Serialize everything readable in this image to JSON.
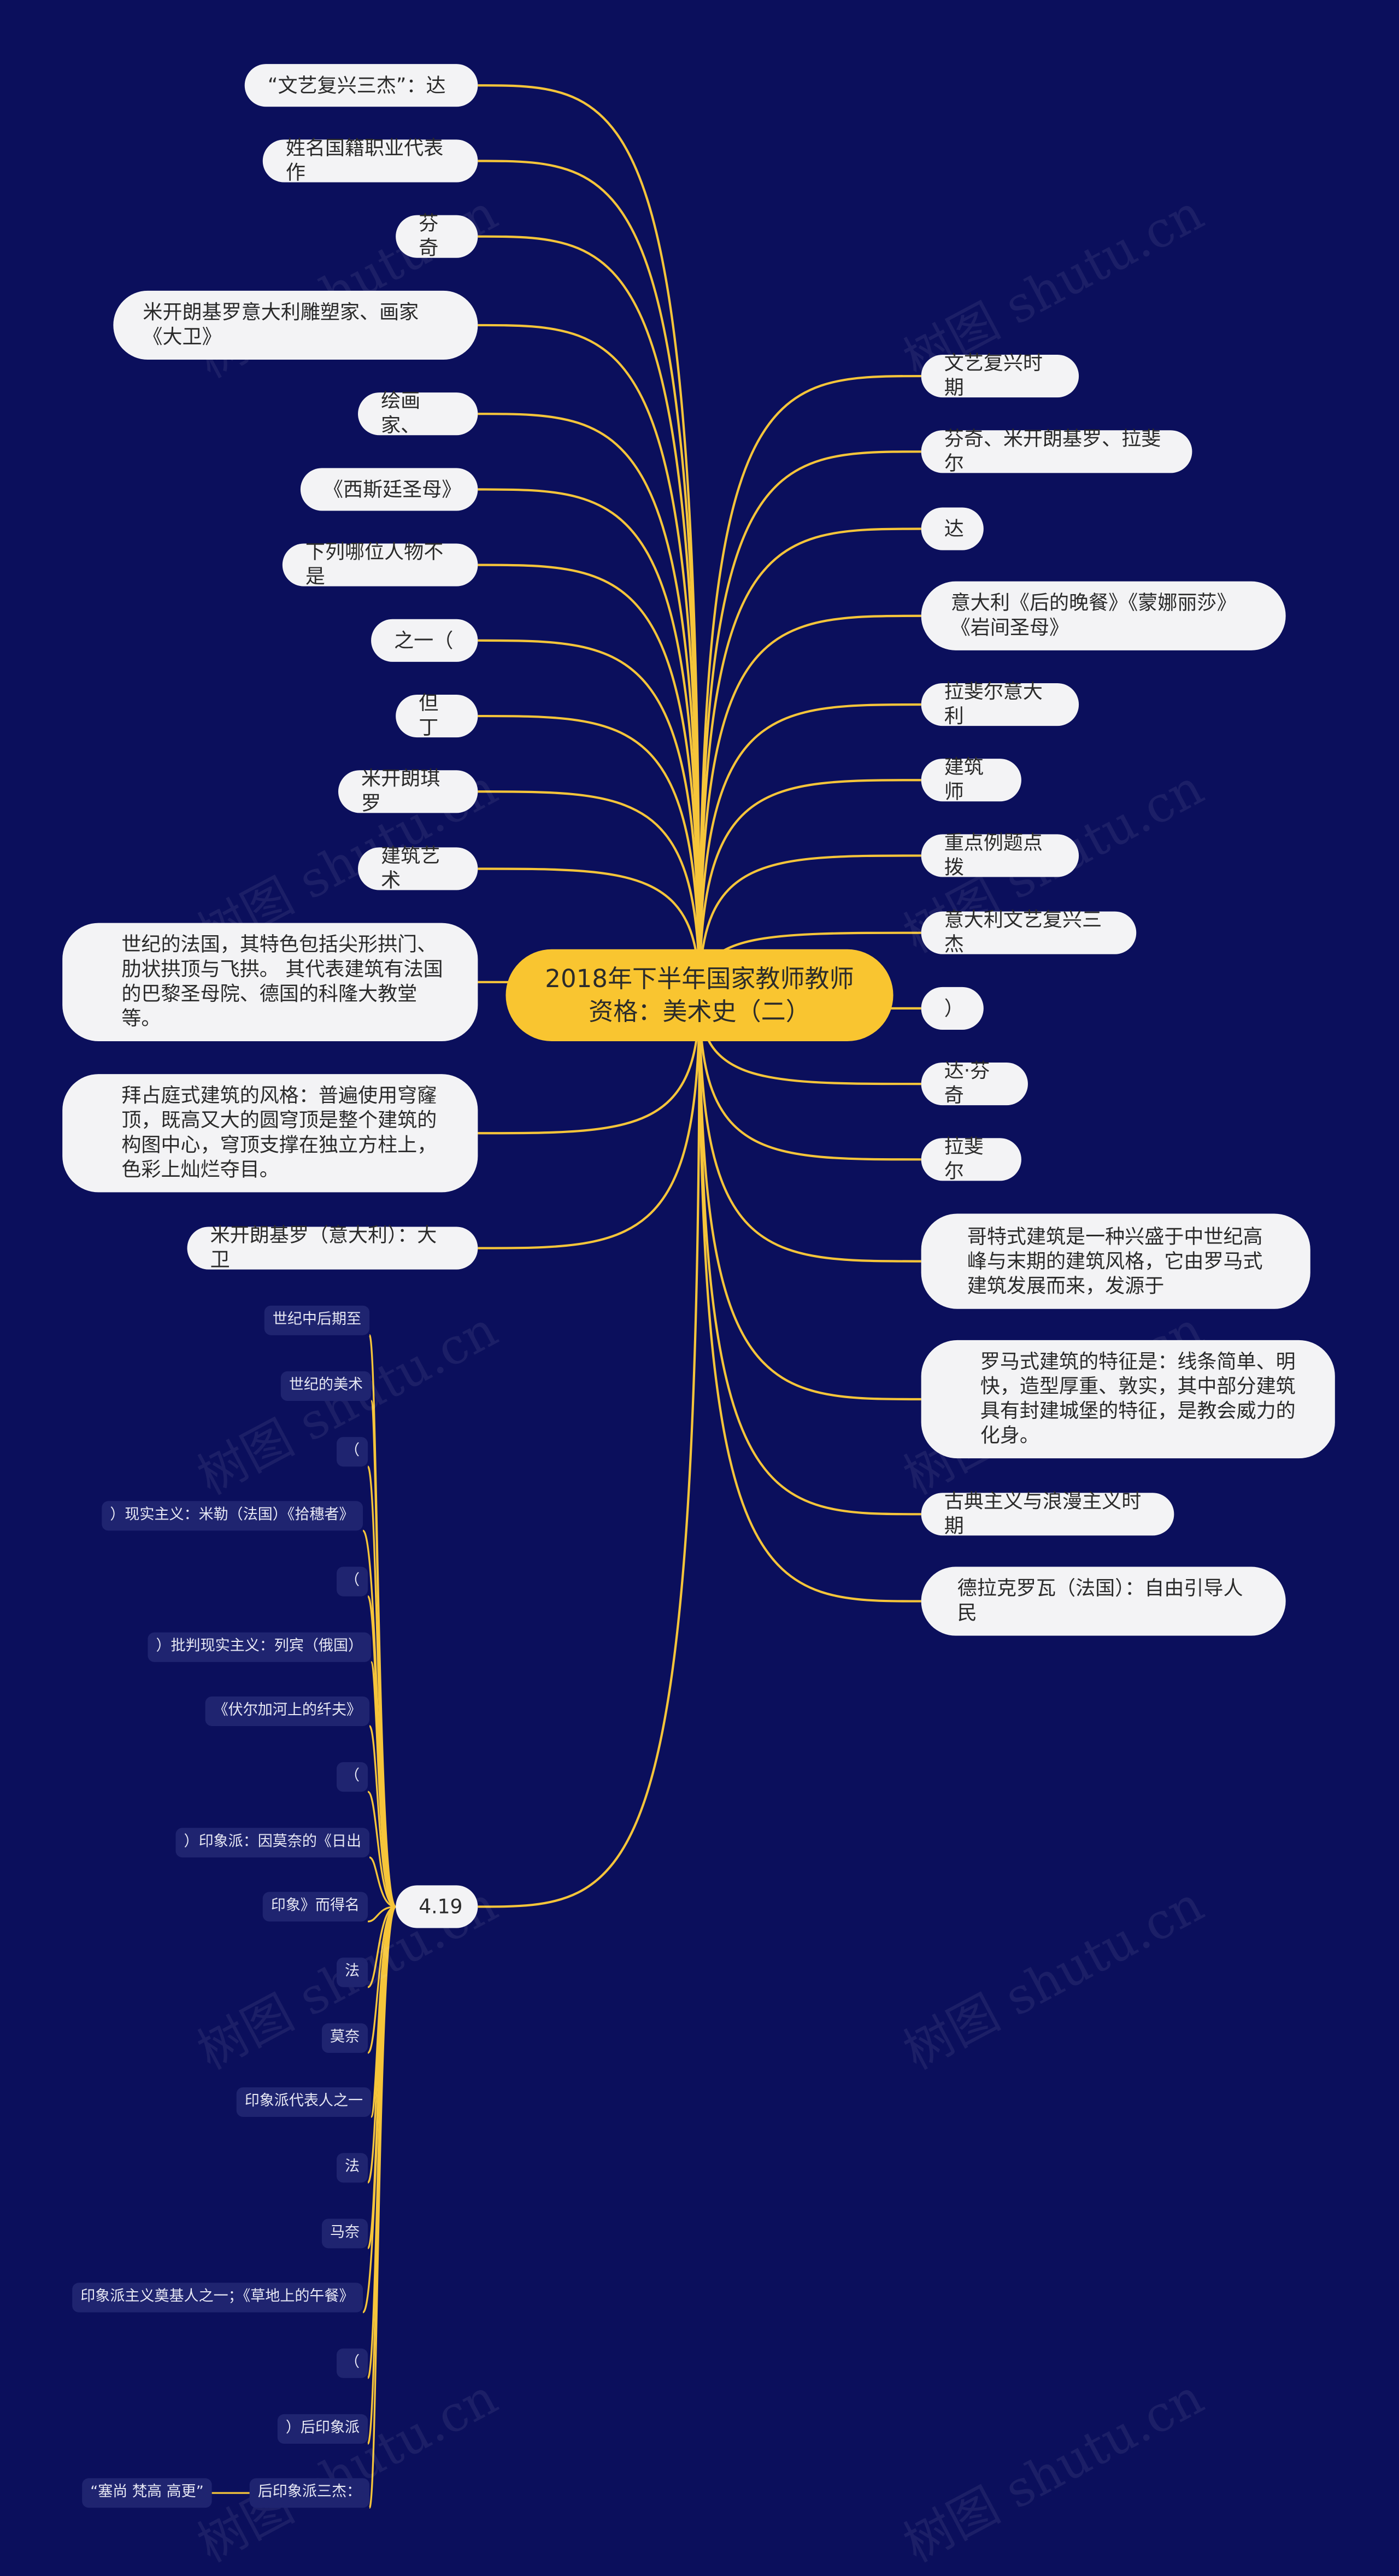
{
  "center": {
    "title": "2018年下半年国家教师教师资格：美术史（二）"
  },
  "left_nodes": [
    {
      "id": "l1",
      "text": "“文艺复兴三杰”：达"
    },
    {
      "id": "l2",
      "text": "姓名国籍职业代表作"
    },
    {
      "id": "l3",
      "text": "芬奇"
    },
    {
      "id": "l4",
      "text": "米开朗基罗意大利雕塑家、画家《大卫》"
    },
    {
      "id": "l5",
      "text": "绘画家、"
    },
    {
      "id": "l6",
      "text": "《西斯廷圣母》"
    },
    {
      "id": "l7",
      "text": "下列哪位人物不是"
    },
    {
      "id": "l8",
      "text": "之一（"
    },
    {
      "id": "l9",
      "text": "但丁"
    },
    {
      "id": "l10",
      "text": "米开朗琪罗"
    },
    {
      "id": "l11",
      "text": "建筑艺术"
    },
    {
      "id": "l12",
      "text": "世纪的法国，其特色包括尖形拱门、肋状拱顶与飞拱。 其代表建筑有法国的巴黎圣母院、德国的科隆大教堂等。"
    },
    {
      "id": "l13",
      "text": "拜占庭式建筑的风格：普遍使用穹窿顶，既高又大的圆穹顶是整个建筑的构图中心，穹顶支撑在独立方柱上，色彩上灿烂夺目。"
    },
    {
      "id": "l14",
      "text": "米开朗基罗（意大利）：大卫"
    },
    {
      "id": "l15",
      "text": "4.19"
    }
  ],
  "right_nodes": [
    {
      "id": "r1",
      "text": "文艺复兴时期"
    },
    {
      "id": "r2",
      "text": "芬奇、米开朗基罗、拉斐尔"
    },
    {
      "id": "r3",
      "text": "达"
    },
    {
      "id": "r4",
      "text": "意大利《后的晚餐》《蒙娜丽莎》《岩间圣母》"
    },
    {
      "id": "r5",
      "text": "拉斐尔意大利"
    },
    {
      "id": "r6",
      "text": "建筑师"
    },
    {
      "id": "r7",
      "text": "重点例题点拨"
    },
    {
      "id": "r8",
      "text": "意大利文艺复兴三杰"
    },
    {
      "id": "r9",
      "text": "）"
    },
    {
      "id": "r10",
      "text": "达·芬奇"
    },
    {
      "id": "r11",
      "text": "拉斐尔"
    },
    {
      "id": "r12",
      "text": "哥特式建筑是一种兴盛于中世纪高峰与末期的建筑风格，它由罗马式建筑发展而来，发源于"
    },
    {
      "id": "r13",
      "text": "罗马式建筑的特征是：线条简单、明快，造型厚重、敦实，其中部分建筑具有封建城堡的特征，是教会威力的化身。"
    },
    {
      "id": "r14",
      "text": "古典主义与浪漫主义时期"
    },
    {
      "id": "r15",
      "text": "德拉克罗瓦（法国）：自由引导人民"
    }
  ],
  "sub_nodes": [
    {
      "id": "s1",
      "text": "世纪中后期至"
    },
    {
      "id": "s2",
      "text": "世纪的美术"
    },
    {
      "id": "s3",
      "text": "（"
    },
    {
      "id": "s4",
      "text": "）现实主义：米勒（法国）《拾穗者》"
    },
    {
      "id": "s5",
      "text": "（"
    },
    {
      "id": "s6",
      "text": "）批判现实主义：列宾（俄国）"
    },
    {
      "id": "s7",
      "text": "《伏尔加河上的纤夫》"
    },
    {
      "id": "s8",
      "text": "（"
    },
    {
      "id": "s9",
      "text": "）印象派：因莫奈的《日出"
    },
    {
      "id": "s10",
      "text": "印象》而得名"
    },
    {
      "id": "s11",
      "text": "法"
    },
    {
      "id": "s12",
      "text": "莫奈"
    },
    {
      "id": "s13",
      "text": "印象派代表人之一"
    },
    {
      "id": "s14",
      "text": "法"
    },
    {
      "id": "s15",
      "text": "马奈"
    },
    {
      "id": "s16",
      "text": "印象派主义奠基人之一；《草地上的午餐》"
    },
    {
      "id": "s17",
      "text": "（"
    },
    {
      "id": "s18",
      "text": "）后印象派"
    },
    {
      "id": "s19",
      "text": "后印象派三杰："
    },
    {
      "id": "s20",
      "text": "“塞尚 梵高 高更”"
    }
  ],
  "watermark": {
    "text": "树图 shutu.cn"
  },
  "colors": {
    "background": "#0b0f5c",
    "link": "#f6c53a",
    "center": "#f9c530",
    "node": "#f3f3f5",
    "sub": "#1f2470"
  }
}
